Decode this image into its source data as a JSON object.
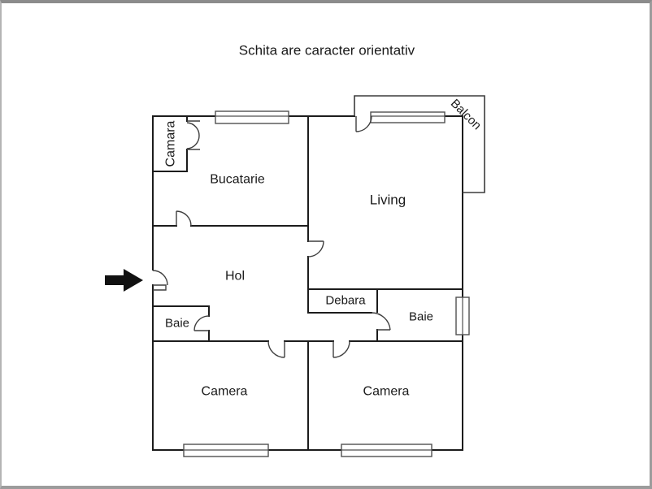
{
  "title": "Schita are caracter orientativ",
  "plan": {
    "rooms": {
      "camara": "Camara",
      "bucatarie": "Bucatarie",
      "living": "Living",
      "balcon": "Balcon",
      "hol": "Hol",
      "debara": "Debara",
      "baie_left": "Baie",
      "baie_right": "Baie",
      "camera_left": "Camera",
      "camera_right": "Camera"
    },
    "entrance_marker": "arrow-right",
    "colors": {
      "wall": "#1c1c1c",
      "partition": "#3c3c3c",
      "window": "#4f4f4f",
      "text": "#1a1a1a",
      "arrow": "#111111",
      "frame_border": "#9c9c9c",
      "background": "#ffffff"
    }
  }
}
